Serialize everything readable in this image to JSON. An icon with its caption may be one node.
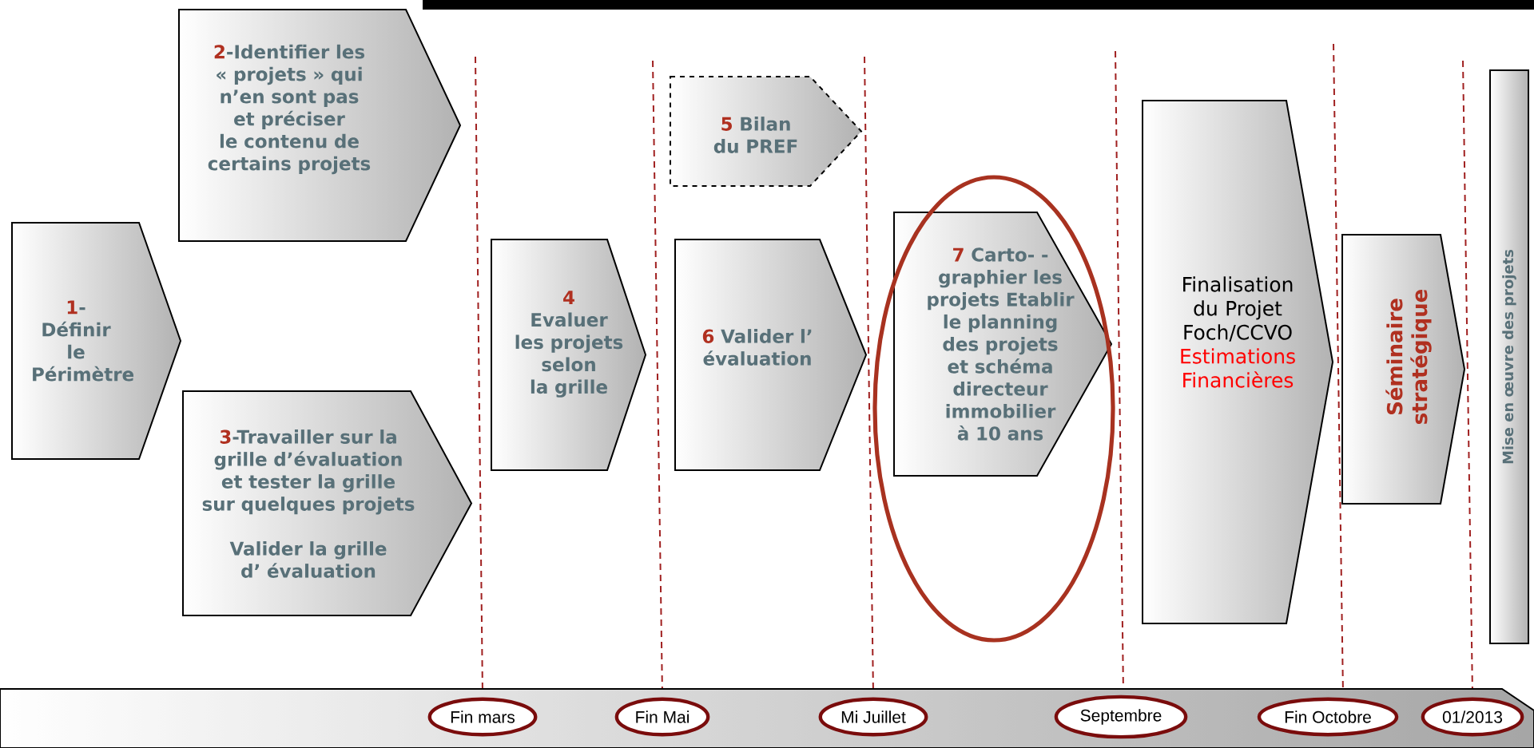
{
  "diagram": {
    "nodes": [
      {
        "text": [
          "1",
          "-Définir le Périmètre"
        ]
      },
      {
        "text": [
          "2",
          "-Identifier les « projets » qui n’en sont pas et préciser le contenu de certains projets"
        ]
      },
      {
        "text": [
          "3",
          "-Travailler sur la grille d’évaluation et tester la grille sur quelques projets",
          "Valider la grille d’ évaluation"
        ]
      },
      {
        "text": [
          "4",
          "Evaluer les projets selon la grille"
        ]
      },
      {
        "text": [
          "5",
          "Bilan du PREF"
        ]
      },
      {
        "text": [
          "6",
          "Valider l’ évaluation"
        ]
      },
      {
        "text": [
          "7",
          "Carto- -graphier les projets Etablir le planning des projets et schéma directeur immobilier à 10 ans"
        ]
      },
      {
        "text": [
          "Finalisation du Projet Foch/CCVO",
          "Estimations Financières"
        ]
      },
      {
        "text": [
          "Séminaire stratégique"
        ]
      },
      {
        "text": [
          "Mise en œuvre des projets"
        ]
      },
      {
        "text": [],
        "shape": "bar"
      },
      {
        "text": [
          "Fin mars"
        ],
        "in": 10
      },
      {
        "text": [
          "Fin Mai"
        ],
        "in": 10
      },
      {
        "text": [
          "Mi Juillet"
        ],
        "in": 10
      },
      {
        "text": [
          "Septembre"
        ],
        "in": 10
      },
      {
        "text": [
          "Fin Octobre"
        ],
        "in": 10
      },
      {
        "text": [
          "01/2013"
        ],
        "in": 10
      }
    ]
  }
}
